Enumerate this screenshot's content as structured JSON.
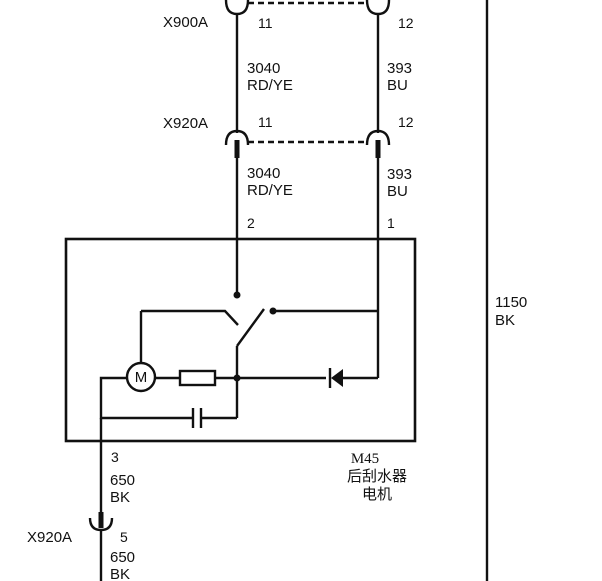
{
  "connectors": {
    "x900a": {
      "name": "X900A",
      "pin_left": "11",
      "pin_right": "12"
    },
    "x920a_top": {
      "name": "X920A",
      "pin_left": "11",
      "pin_right": "12"
    },
    "x920a_bottom": {
      "name": "X920A",
      "pin": "5"
    }
  },
  "wires": {
    "left_upper": {
      "circuit": "3040",
      "color": "RD/YE"
    },
    "right_upper": {
      "circuit": "393",
      "color": "BU"
    },
    "left_middle": {
      "circuit": "3040",
      "color": "RD/YE"
    },
    "right_middle": {
      "circuit": "393",
      "color": "BU"
    },
    "ground_main": {
      "circuit": "1150",
      "color": "BK"
    },
    "motor_out": {
      "circuit": "650",
      "color": "BK"
    },
    "motor_out_lower": {
      "circuit": "650",
      "color": "BK"
    }
  },
  "component": {
    "id": "M45",
    "name_line1": "后刮水器",
    "name_line2": "电机",
    "pin_2": "2",
    "pin_1": "1",
    "pin_3": "3",
    "motor_symbol": "M"
  }
}
